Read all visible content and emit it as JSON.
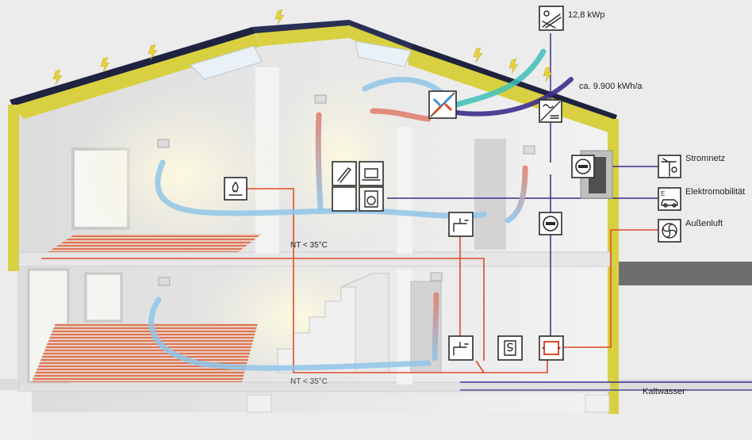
{
  "labels": {
    "pv_power": "12,8 kWp",
    "annual_yield": "ca. 9.900 kWh/a",
    "grid": "Stromnetz",
    "emobility": "Elektromobilität",
    "outside_air": "Außenluft",
    "cold_water": "Kaltwasser",
    "nt_upper": "NT < 35°C",
    "nt_lower": "NT < 35°C"
  },
  "icons": {
    "solar_module": "solar-panel-icon",
    "inverter": "inverter-icon",
    "ventilation_unit": "heat-recovery-ventilation-icon",
    "meter_upper": "electricity-meter-icon",
    "meter_lower": "electricity-meter-icon",
    "grid_connection": "power-pole-icon",
    "ev": "electric-car-icon",
    "air_intake": "fan-icon",
    "stove": "wood-stove-icon",
    "lamp": "lamp-icon",
    "laptop": "laptop-icon",
    "washing_machine": "washing-machine-icon",
    "appliance": "appliance-icon",
    "water_heater_upper": "water-heater-icon",
    "water_heater_lower": "water-heater-icon",
    "storage": "storage-tank-icon",
    "heat_pump": "heat-pump-icon"
  },
  "colors": {
    "insulation": "#d8d040",
    "roof_panels": "#1f2340",
    "floor_heating": "#d9603a",
    "warm_pipe": "#e04a2a",
    "electric_line": "#3c2d8c",
    "fresh_air": "#8fc4e8",
    "exhaust_air": "#e07a6a",
    "solar_stream": "#3fbfb8",
    "lightning": "#e8d23a"
  }
}
